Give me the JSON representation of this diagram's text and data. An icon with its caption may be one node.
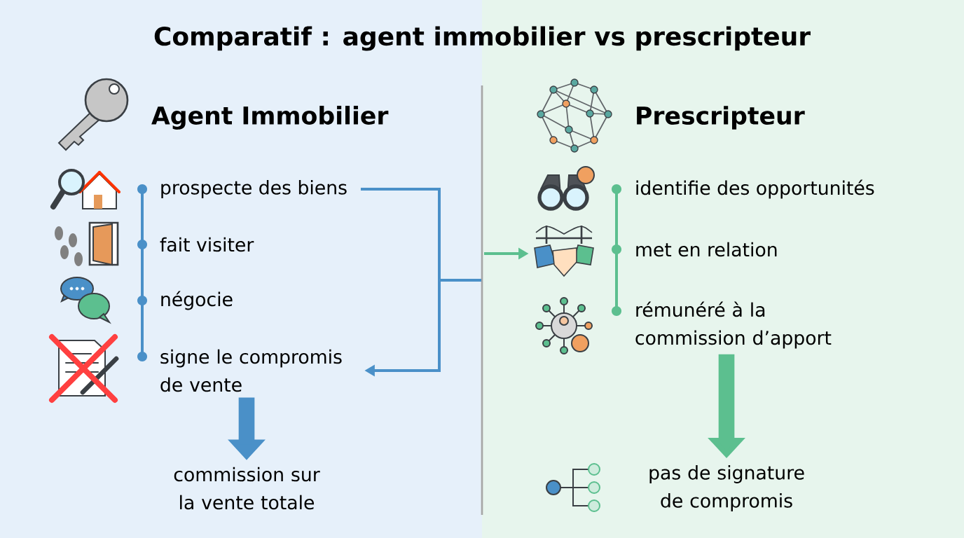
{
  "diagram": {
    "title": "Comparatif : agent immobilier vs prescripteur",
    "nodes": [
      {
        "text": [
          "Agent Immobilier"
        ]
      },
      {
        "text": [
          "prospecte des biens"
        ]
      },
      {
        "text": [
          "fait visiter"
        ]
      },
      {
        "text": [
          "négocie"
        ]
      },
      {
        "text": [
          "signe le compromis de vente"
        ]
      },
      {
        "text": [
          "commission sur la vente totale"
        ]
      },
      {
        "text": [
          "Prescripteur"
        ]
      },
      {
        "text": [
          "identifie des opportunités"
        ]
      },
      {
        "text": [],
        "shape": "picture"
      },
      {
        "text": [
          "met en relation"
        ]
      },
      {
        "text": [
          "rémunéré à la commission d’apport"
        ]
      },
      {
        "text": [
          "pas de signature de compromis"
        ]
      }
    ],
    "edges": [
      {
        "from": 1,
        "to": 2,
        "arrow": "none"
      },
      {
        "from": 2,
        "to": 3,
        "arrow": "none"
      },
      {
        "from": 3,
        "to": 4,
        "arrow": "none"
      },
      {
        "from": 1,
        "to": 4,
        "arrow": "to"
      },
      {
        "from": 4,
        "to": 5,
        "arrow": "to",
        "style": "thick"
      },
      {
        "from": null,
        "to": 8,
        "arrow": "to",
        "color": "#5cbf8f"
      },
      {
        "from": 7,
        "to": 9,
        "arrow": "none",
        "color": "#5cbf8f"
      },
      {
        "from": 9,
        "to": 10,
        "arrow": "none",
        "color": "#5cbf8f"
      },
      {
        "from": 10,
        "to": 11,
        "arrow": "to",
        "style": "thick",
        "color": "#5cbf8f"
      }
    ]
  }
}
